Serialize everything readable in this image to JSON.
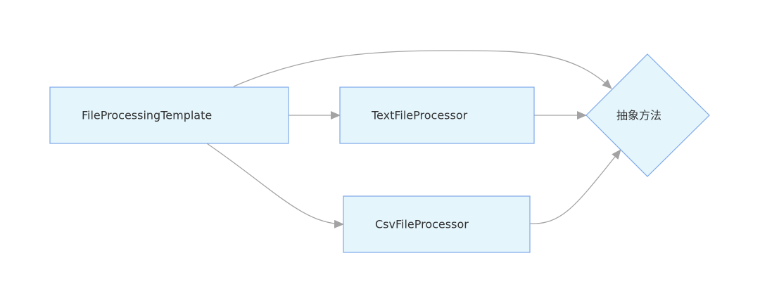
{
  "diagram": {
    "type": "flowchart",
    "nodes": [
      {
        "id": "template",
        "label": "FileProcessingTemplate",
        "shape": "rect"
      },
      {
        "id": "text",
        "label": "TextFileProcessor",
        "shape": "rect"
      },
      {
        "id": "csv",
        "label": "CsvFileProcessor",
        "shape": "rect"
      },
      {
        "id": "abstract",
        "label": "抽象方法",
        "shape": "diamond"
      }
    ],
    "edges": [
      {
        "from": "template",
        "to": "text"
      },
      {
        "from": "template",
        "to": "csv"
      },
      {
        "from": "template",
        "to": "abstract"
      },
      {
        "from": "text",
        "to": "abstract"
      },
      {
        "from": "csv",
        "to": "abstract"
      }
    ],
    "colors": {
      "node_fill": "#e4f5fc",
      "node_border": "#7ea8ea",
      "edge": "#a3a3a3",
      "text": "#333333"
    }
  }
}
